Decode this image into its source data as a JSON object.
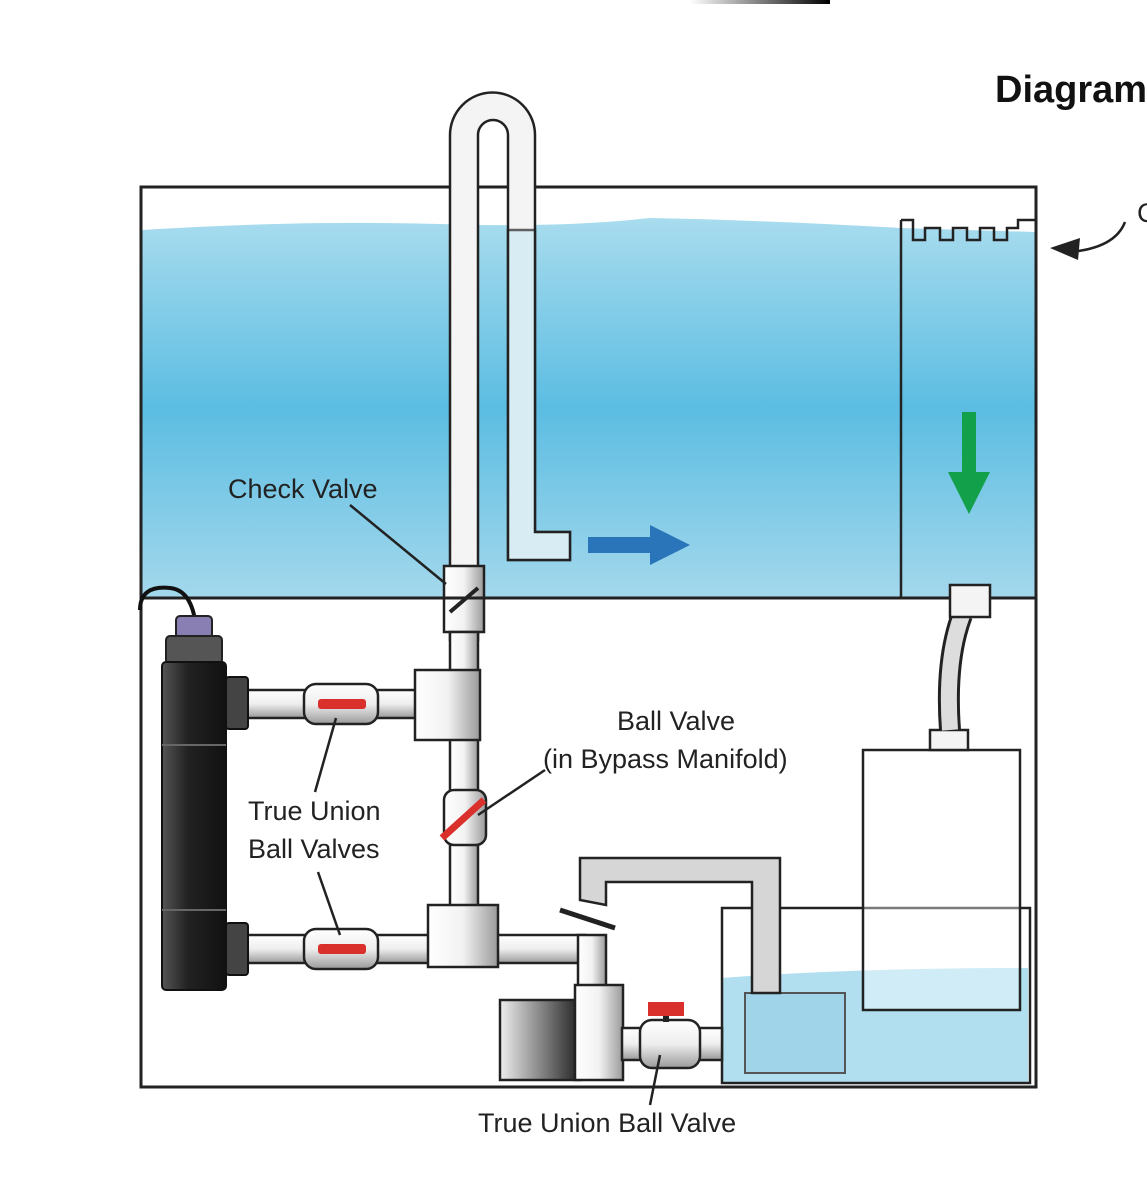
{
  "title": "Diagram",
  "edge_label": "C",
  "labels": {
    "check_valve": "Check Valve",
    "ball_valve_line1": "Ball Valve",
    "ball_valve_line2": "(in Bypass Manifold)",
    "true_union_line1": "True Union",
    "true_union_line2": "Ball Valves",
    "true_union_single": "True Union Ball Valve"
  },
  "colors": {
    "water_light": "#a9dcee",
    "water_dark": "#5bbde2",
    "flow_arrow_blue": "#2a74b9",
    "flow_arrow_green": "#13a04a",
    "valve_handle": "#d9302c",
    "outline": "#222222"
  }
}
